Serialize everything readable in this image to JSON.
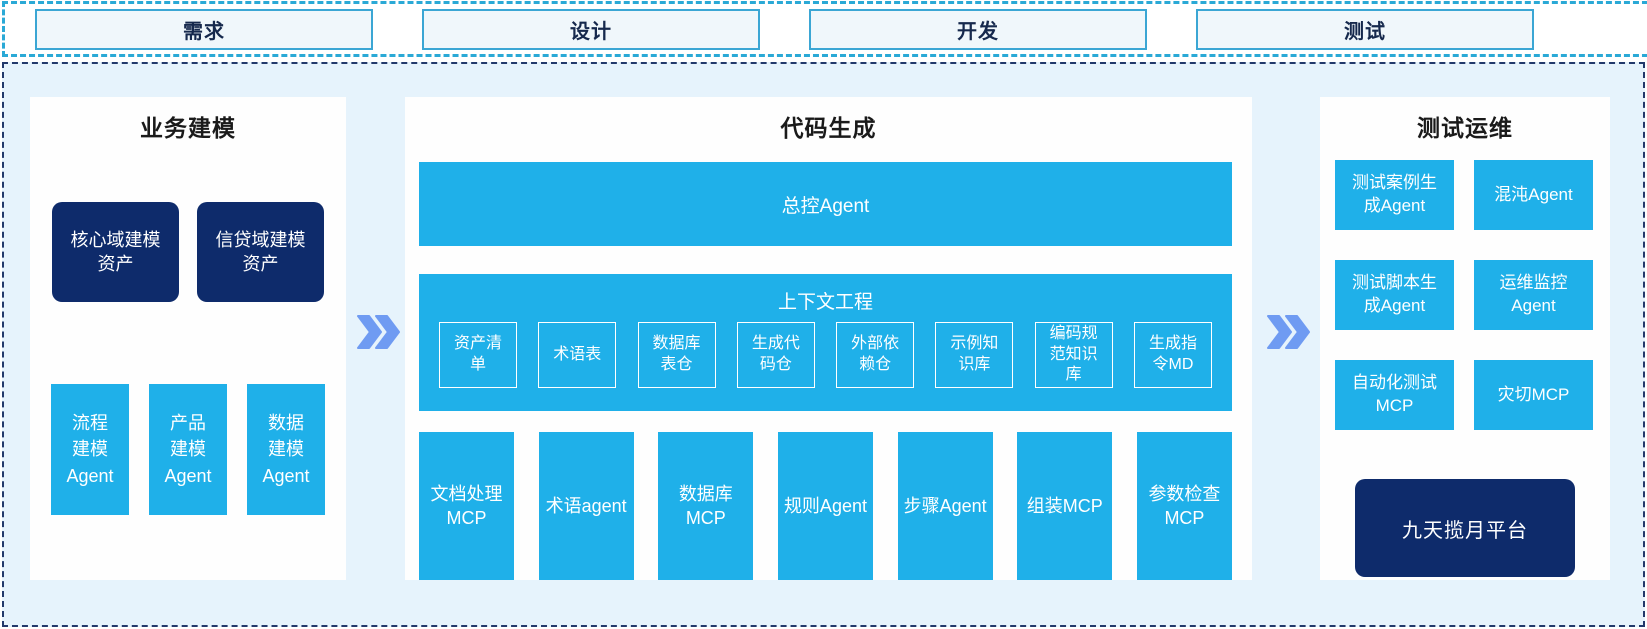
{
  "colors": {
    "cyan": "#1fb0e9",
    "navy": "#0e2b6b",
    "arrow_blue": "#6f9bf2",
    "strip_border": "#2aa9d6",
    "main_border": "#22396b",
    "container_bg": "#e6f3fc"
  },
  "phases": [
    "需求",
    "设计",
    "开发",
    "测试"
  ],
  "left_panel": {
    "title": "业务建模",
    "assets": [
      "核心域建模\n资产",
      "信贷域建模\n资产"
    ],
    "agents": [
      "流程\n建模\nAgent",
      "产品\n建模\nAgent",
      "数据\n建模\nAgent"
    ]
  },
  "middle_panel": {
    "title": "代码生成",
    "master_agent": "总控Agent",
    "context": {
      "title": "上下文工程",
      "items": [
        "资产清\n单",
        "术语表",
        "数据库\n表仓",
        "生成代\n码仓",
        "外部依\n赖仓",
        "示例知\n识库",
        "编码规\n范知识\n库",
        "生成指\n令MD"
      ]
    },
    "tools": [
      "文档处理\nMCP",
      "术语agent",
      "数据库\nMCP",
      "规则Agent",
      "步骤Agent",
      "组装MCP",
      "参数检查\nMCP"
    ]
  },
  "right_panel": {
    "title": "测试运维",
    "items": [
      "测试案例生\n成Agent",
      "混沌Agent",
      "测试脚本生\n成Agent",
      "运维监控\nAgent",
      "自动化测试\nMCP",
      "灾切MCP"
    ],
    "platform": "九天揽月平台"
  }
}
